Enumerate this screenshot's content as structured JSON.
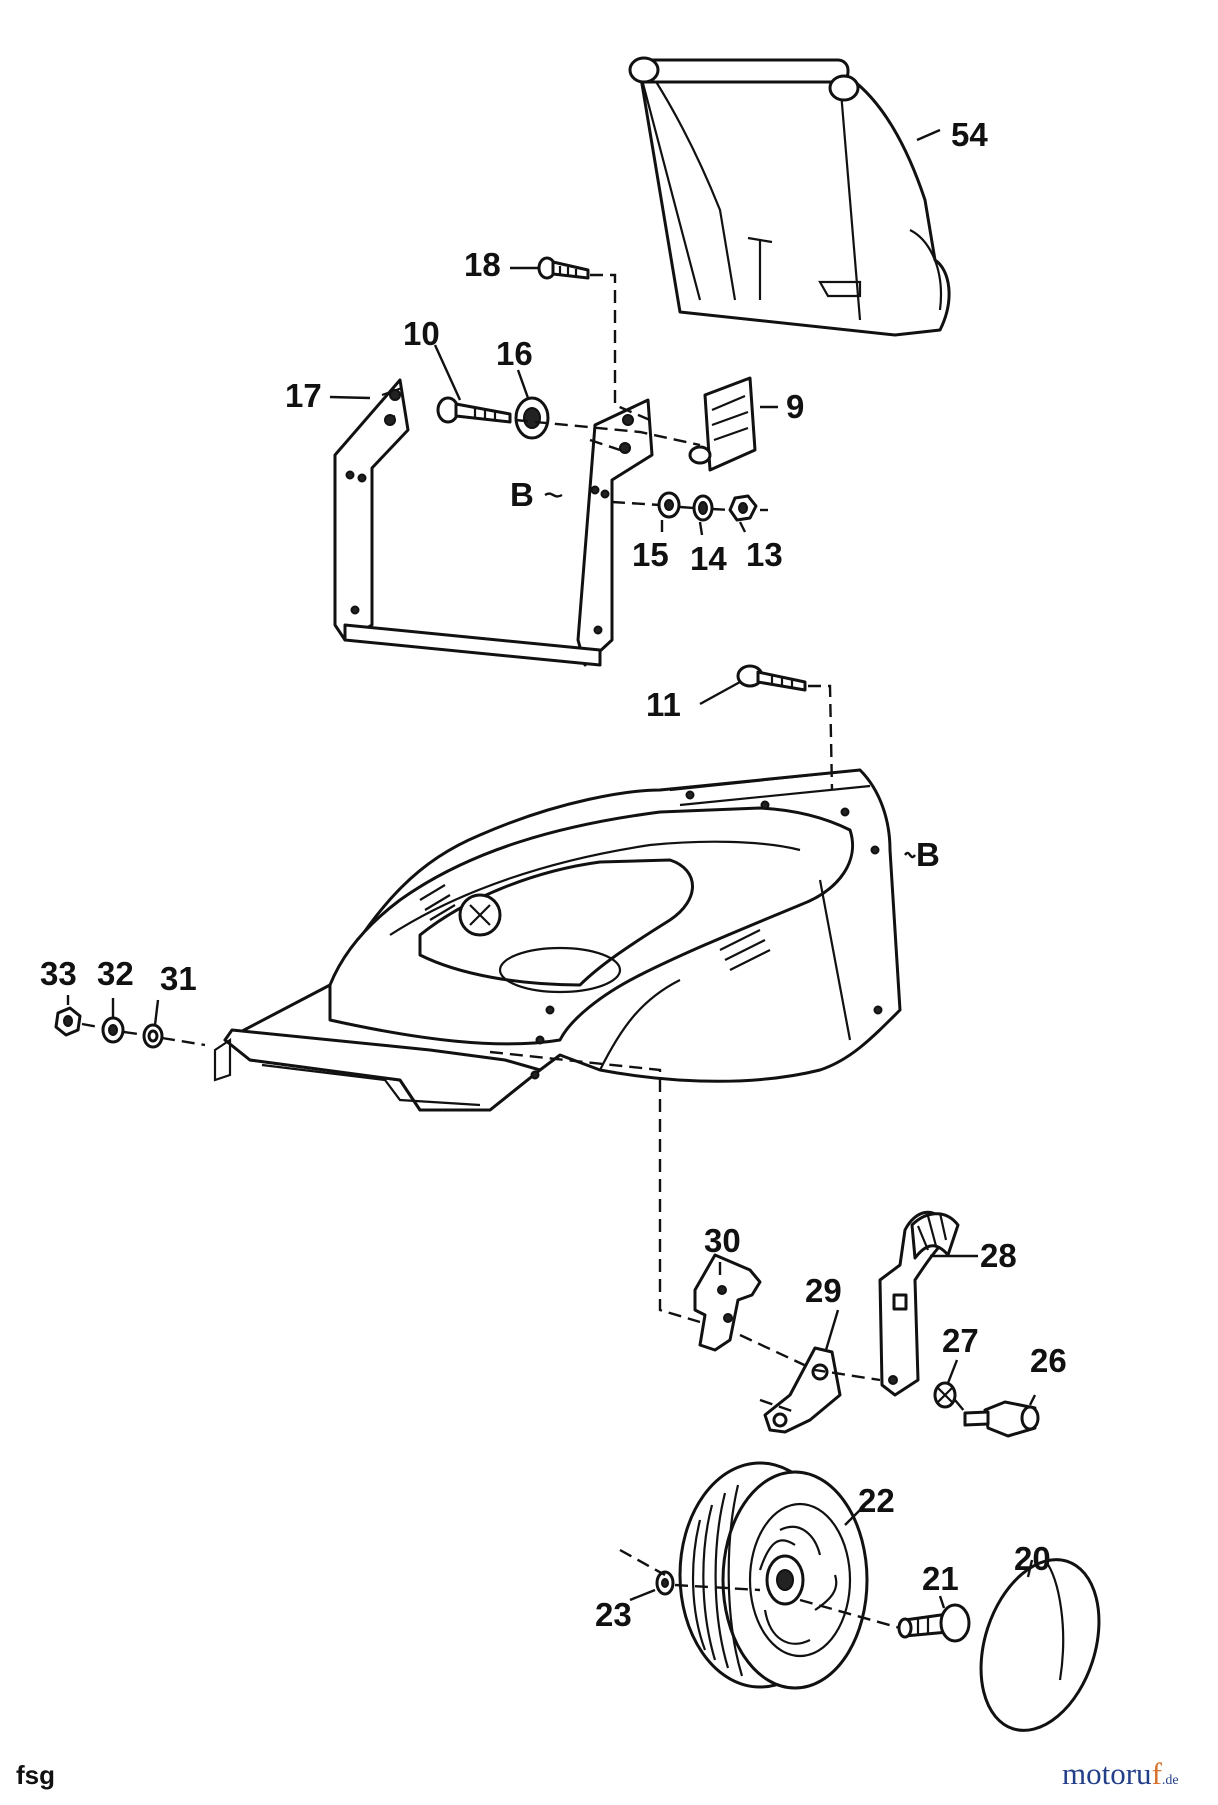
{
  "diagram": {
    "type": "exploded parts diagram",
    "part_labels": [
      "54",
      "18",
      "10",
      "16",
      "17",
      "9",
      "B",
      "15",
      "14",
      "13",
      "11",
      "B",
      "33",
      "32",
      "31",
      "30",
      "28",
      "29",
      "27",
      "26",
      "22",
      "20",
      "21",
      "23"
    ],
    "footer_code": "fsg",
    "logo": {
      "main": "motoru",
      "accent": "f",
      "tld": ".de"
    }
  }
}
